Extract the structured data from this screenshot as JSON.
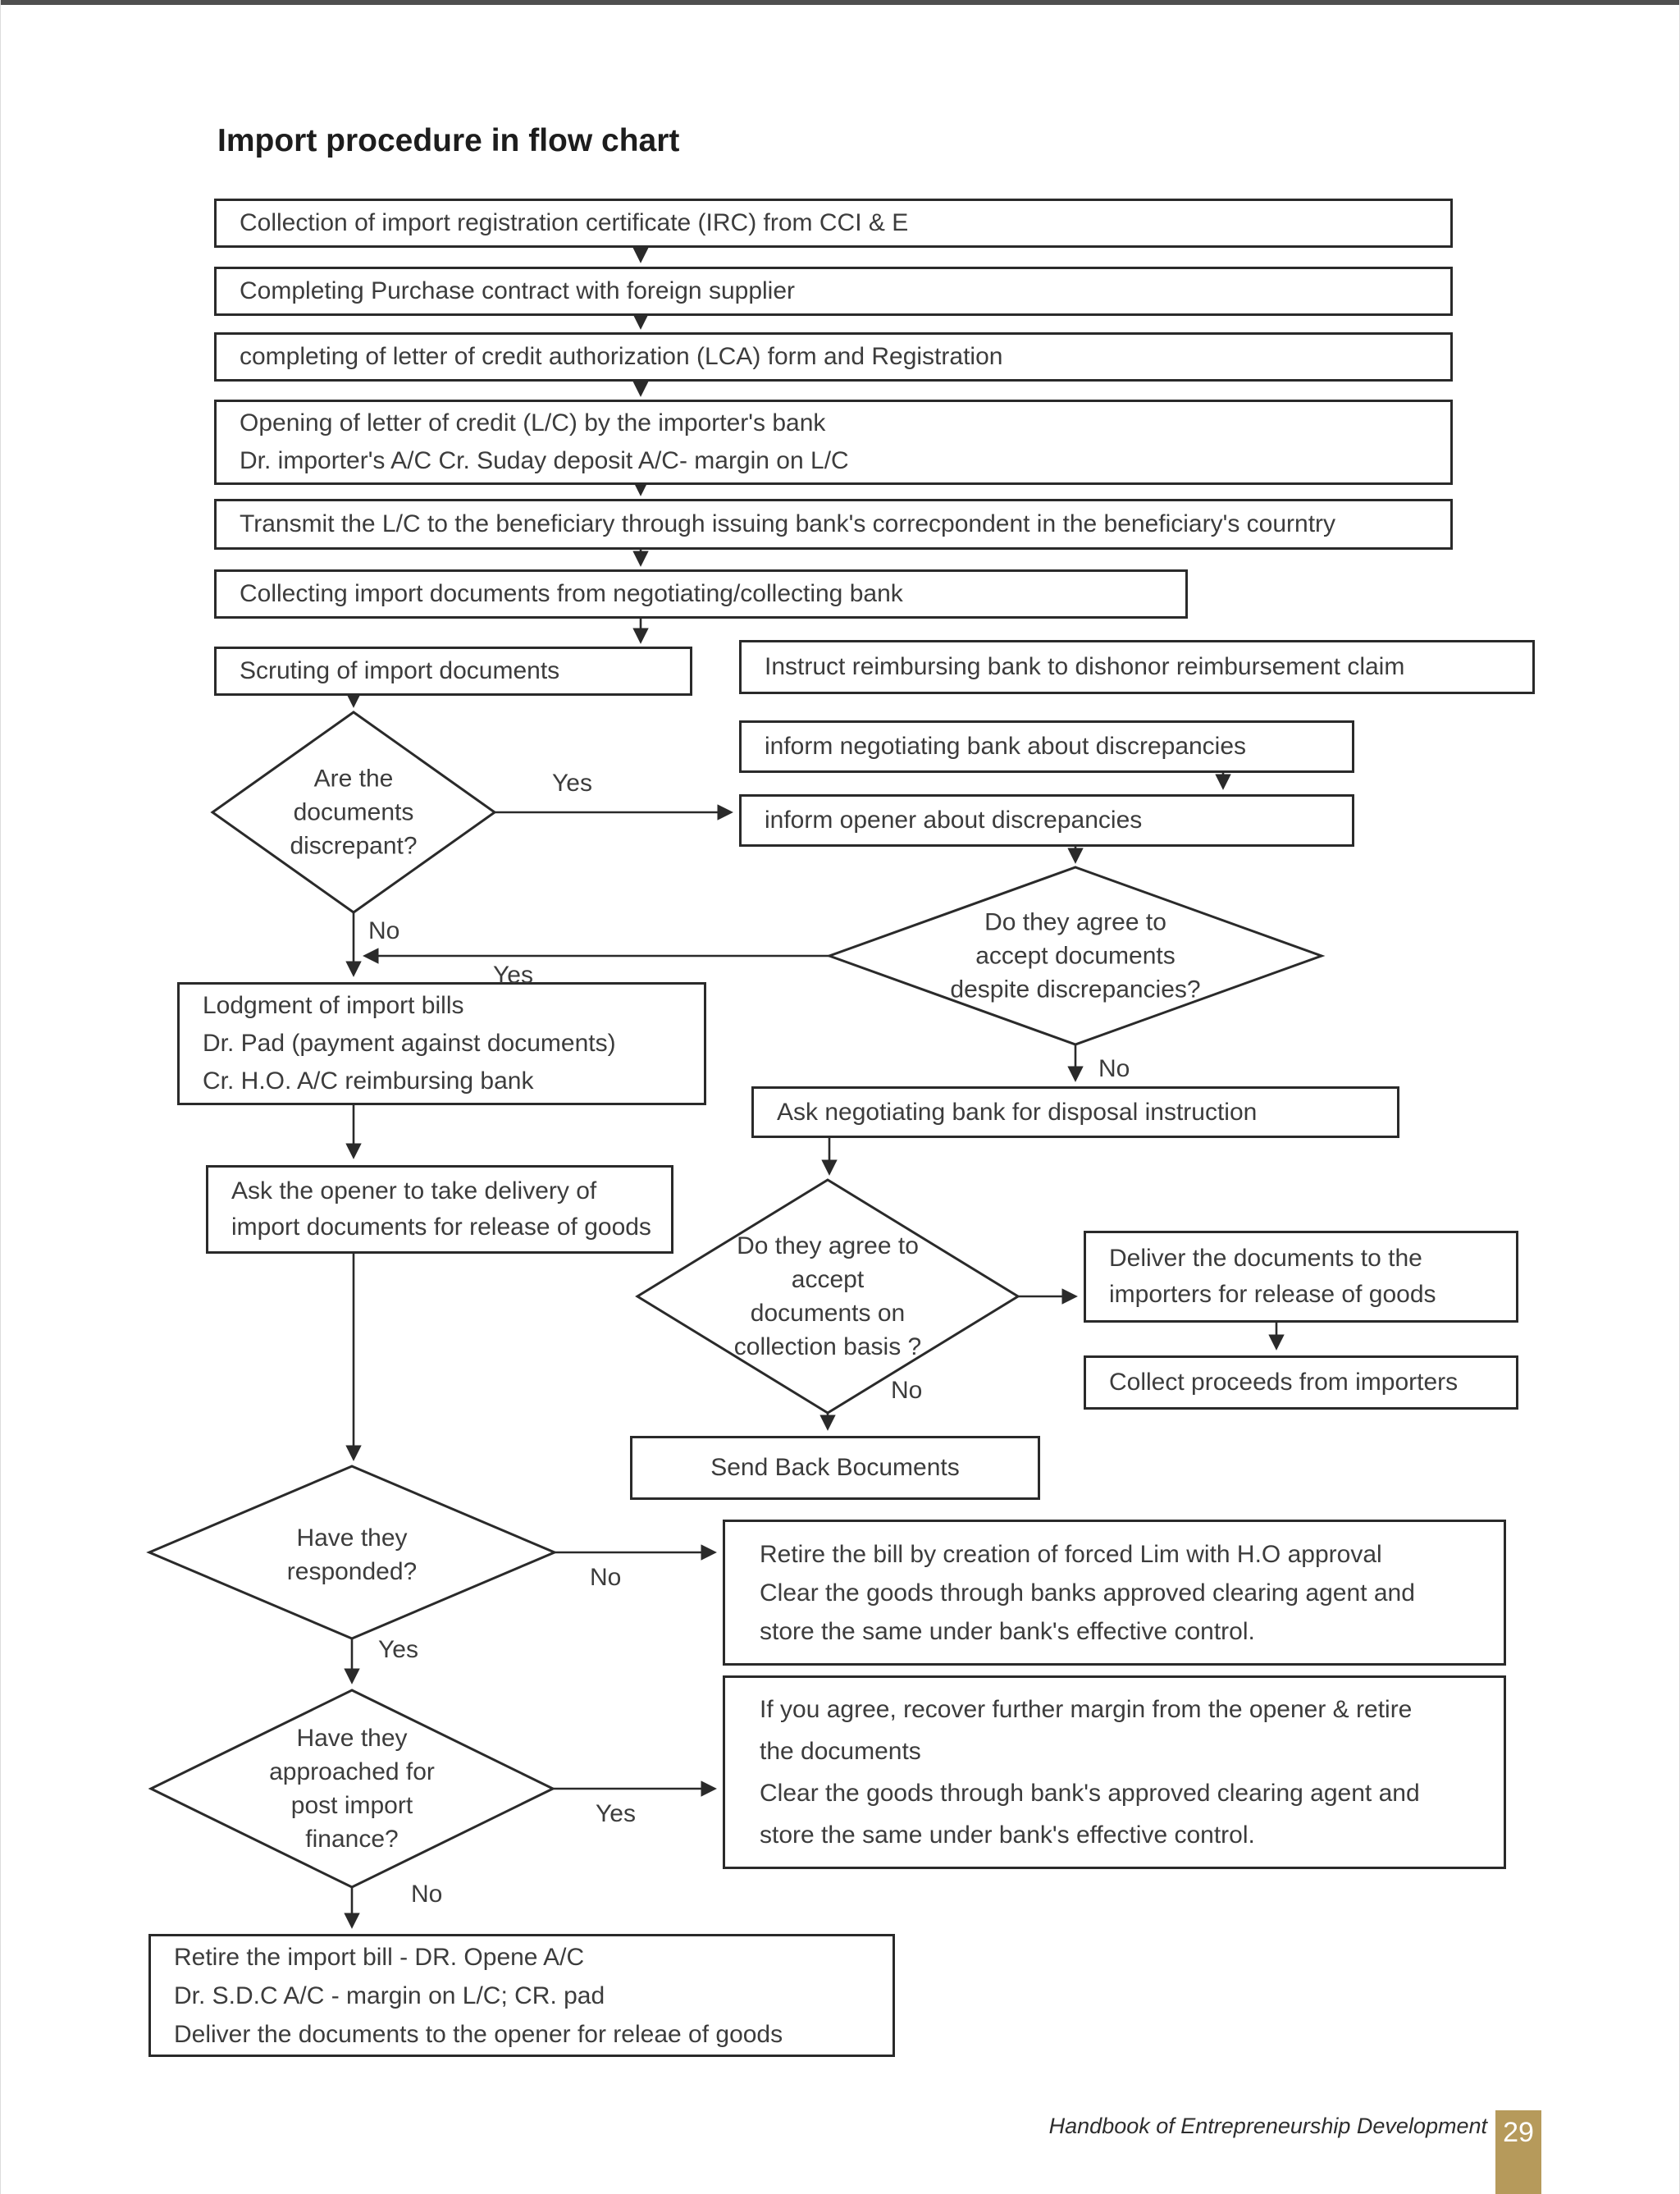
{
  "page": {
    "title": "Import procedure in flow chart",
    "footer": {
      "book_title": "Handbook of Entrepreneurship Development",
      "page_number": "29"
    },
    "colors": {
      "accent_gold": "#b69a5b",
      "line_color": "#2a2a2a"
    }
  },
  "nodes": {
    "irc": {
      "text": "Collection of import registration certificate (IRC) from CCI & E"
    },
    "purchase": {
      "text": "Completing Purchase contract with foreign supplier"
    },
    "lca": {
      "text": "completing of letter of credit authorization (LCA) form and Registration"
    },
    "opening": {
      "lines": [
        "Opening of letter of credit (L/C) by the importer's bank",
        "Dr. importer's A/C Cr. Suday deposit A/C- margin on L/C"
      ]
    },
    "transmit": {
      "text": "Transmit the L/C to the beneficiary through issuing bank's correcpondent in the beneficiary's courntry"
    },
    "collecting": {
      "text": "Collecting import documents from negotiating/collecting bank"
    },
    "scruting": {
      "text": "Scruting of import documents"
    },
    "instruct_reimbursing": {
      "text": "Instruct reimbursing bank to dishonor reimbursement claim"
    },
    "inform_negotiating": {
      "text": "inform negotiating bank about discrepancies"
    },
    "inform_opener": {
      "text": "inform opener about discrepancies"
    },
    "discrepant_decision": {
      "lines": [
        "Are the",
        "documents",
        "discrepant?"
      ]
    },
    "lodgment": {
      "lines": [
        "Lodgment of import bills",
        "Dr. Pad (payment against documents)",
        "Cr. H.O. A/C reimbursing bank"
      ]
    },
    "agree_despite_decision": {
      "lines": [
        "Do they agree to",
        "accept documents",
        "despite discrepancies?"
      ]
    },
    "ask_negotiating": {
      "text": "Ask negotiating bank for disposal instruction"
    },
    "ask_opener": {
      "lines": [
        "Ask the opener to take delivery of",
        "import documents for release of goods"
      ]
    },
    "agree_collection_decision": {
      "lines": [
        "Do they agree to",
        "accept",
        "documents on",
        "collection basis ?"
      ]
    },
    "deliver_documents": {
      "lines": [
        "Deliver the documents to the",
        "importers for release of goods"
      ]
    },
    "collect_proceeds": {
      "text": "Collect proceeds from importers"
    },
    "send_back": {
      "text": "Send Back Bocuments"
    },
    "responded_decision": {
      "lines": [
        "Have they",
        "responded?"
      ]
    },
    "retire_forced_lim": {
      "lines": [
        "Retire the bill by creation of forced Lim with H.O approval",
        "Clear the goods through banks approved clearing agent and",
        "store the same under bank's effective control."
      ]
    },
    "recover_margin": {
      "lines": [
        "If you agree, recover further margin from the opener & retire",
        "the documents",
        "Clear the goods through bank's approved clearing agent and",
        "store the same under bank's effective control."
      ]
    },
    "post_import_finance_decision": {
      "lines": [
        "Have they",
        "approached for",
        "post import",
        "finance?"
      ]
    },
    "retire_import_bill": {
      "lines": [
        "Retire the import bill - DR. Opene A/C",
        "Dr. S.D.C A/C - margin on L/C; CR. pad",
        "Deliver the documents to the opener for releae of goods"
      ]
    }
  },
  "labels": {
    "discrepant_yes": "Yes",
    "discrepant_no": "No",
    "agree_despite_yes": "Yes",
    "agree_despite_no": "No",
    "agree_collection_no": "No",
    "responded_no": "No",
    "responded_yes": "Yes",
    "post_import_yes": "Yes",
    "post_import_no": "No"
  }
}
